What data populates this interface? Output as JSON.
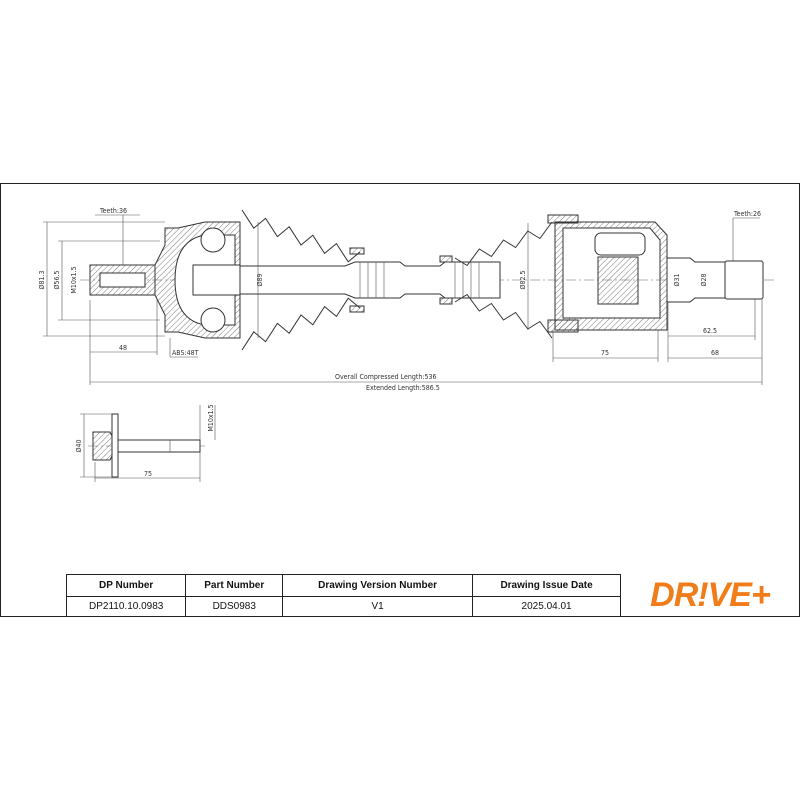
{
  "drawing": {
    "left_spline_teeth": "Teeth:36",
    "dia_81_3": "Ø81.3",
    "dia_56_5": "Ø56.5",
    "thread_left": "M10x1.5",
    "dia_89": "Ø89",
    "dim_48": "48",
    "abs": "ABS:48T",
    "overall_length": "Overall Compressed Length:536",
    "extended_length": "Extended Length:586.5",
    "dia_82_5": "Ø82.5",
    "dia_31": "Ø31",
    "dia_28": "Ø28",
    "right_spline_teeth": "Teeth:26",
    "dim_62_5": "62.5",
    "dim_75": "75",
    "dim_68": "68"
  },
  "bolt": {
    "dia_40": "Ø40",
    "thread": "M10x1.5",
    "length": "75"
  },
  "title_block": {
    "headers": [
      "DP Number",
      "Part Number",
      "Drawing Version Number",
      "Drawing Issue Date"
    ],
    "values": [
      "DP2110.10.0983",
      "DDS0983",
      "V1",
      "2025.04.01"
    ],
    "logo": "DR!VE+",
    "logo_color": "#f07d1a"
  }
}
